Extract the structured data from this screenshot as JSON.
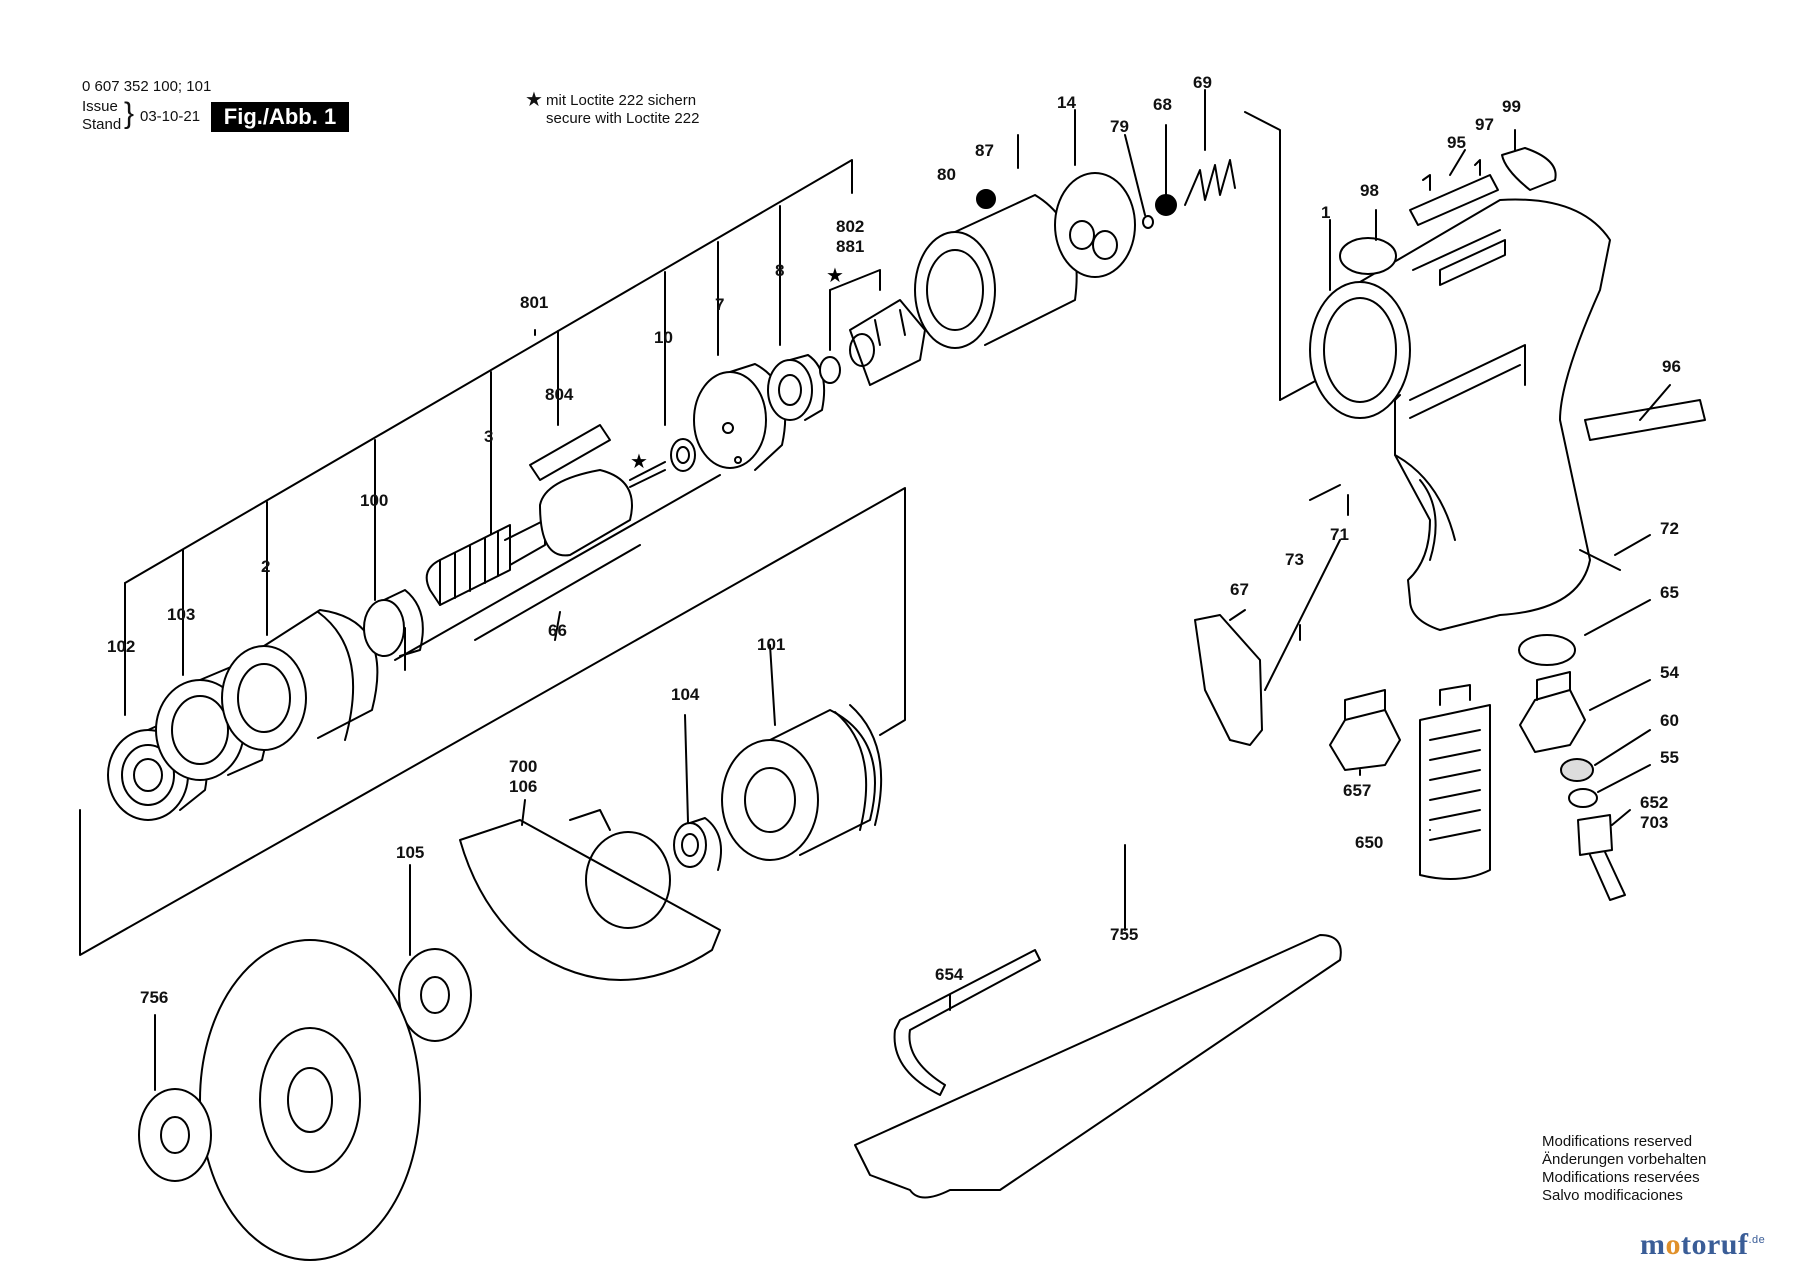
{
  "header": {
    "part_number": "0 607 352 100; 101",
    "issue_label": "Issue",
    "stand_label": "Stand",
    "date": "03-10-21",
    "figure_label": "Fig./Abb. 1"
  },
  "loctite_note": {
    "symbol": "★",
    "line_de": "mit Loctite 222 sichern",
    "line_en": "secure with Loctite 222"
  },
  "modifications": [
    "Modifications reserved",
    "Änderungen vorbehalten",
    "Modifications reservées",
    "Salvo modificaciones"
  ],
  "brand": {
    "name_a": "m",
    "name_o": "o",
    "name_b": "toruf",
    "suffix": ".de"
  },
  "callouts": [
    {
      "id": "c-801",
      "text": "801"
    },
    {
      "id": "c-802",
      "text": "802"
    },
    {
      "id": "c-881",
      "text": "881"
    },
    {
      "id": "c-8",
      "text": "8"
    },
    {
      "id": "c-7",
      "text": "7"
    },
    {
      "id": "c-10",
      "text": "10"
    },
    {
      "id": "c-804",
      "text": "804"
    },
    {
      "id": "c-3",
      "text": "3"
    },
    {
      "id": "c-100",
      "text": "100"
    },
    {
      "id": "c-2",
      "text": "2"
    },
    {
      "id": "c-103",
      "text": "103"
    },
    {
      "id": "c-102",
      "text": "102"
    },
    {
      "id": "c-66",
      "text": "66"
    },
    {
      "id": "c-101",
      "text": "101"
    },
    {
      "id": "c-104",
      "text": "104"
    },
    {
      "id": "c-700",
      "text": "700"
    },
    {
      "id": "c-106",
      "text": "106"
    },
    {
      "id": "c-105",
      "text": "105"
    },
    {
      "id": "c-756",
      "text": "756"
    },
    {
      "id": "c-80",
      "text": "80"
    },
    {
      "id": "c-87",
      "text": "87"
    },
    {
      "id": "c-14",
      "text": "14"
    },
    {
      "id": "c-79",
      "text": "79"
    },
    {
      "id": "c-68",
      "text": "68"
    },
    {
      "id": "c-69",
      "text": "69"
    },
    {
      "id": "c-1",
      "text": "1"
    },
    {
      "id": "c-98",
      "text": "98"
    },
    {
      "id": "c-95",
      "text": "95"
    },
    {
      "id": "c-97",
      "text": "97"
    },
    {
      "id": "c-99",
      "text": "99"
    },
    {
      "id": "c-96",
      "text": "96"
    },
    {
      "id": "c-71",
      "text": "71"
    },
    {
      "id": "c-72",
      "text": "72"
    },
    {
      "id": "c-65",
      "text": "65"
    },
    {
      "id": "c-67",
      "text": "67"
    },
    {
      "id": "c-73",
      "text": "73"
    },
    {
      "id": "c-54",
      "text": "54"
    },
    {
      "id": "c-60",
      "text": "60"
    },
    {
      "id": "c-55",
      "text": "55"
    },
    {
      "id": "c-652",
      "text": "652"
    },
    {
      "id": "c-703",
      "text": "703"
    },
    {
      "id": "c-657",
      "text": "657"
    },
    {
      "id": "c-650",
      "text": "650"
    },
    {
      "id": "c-755",
      "text": "755"
    },
    {
      "id": "c-654",
      "text": "654"
    }
  ]
}
